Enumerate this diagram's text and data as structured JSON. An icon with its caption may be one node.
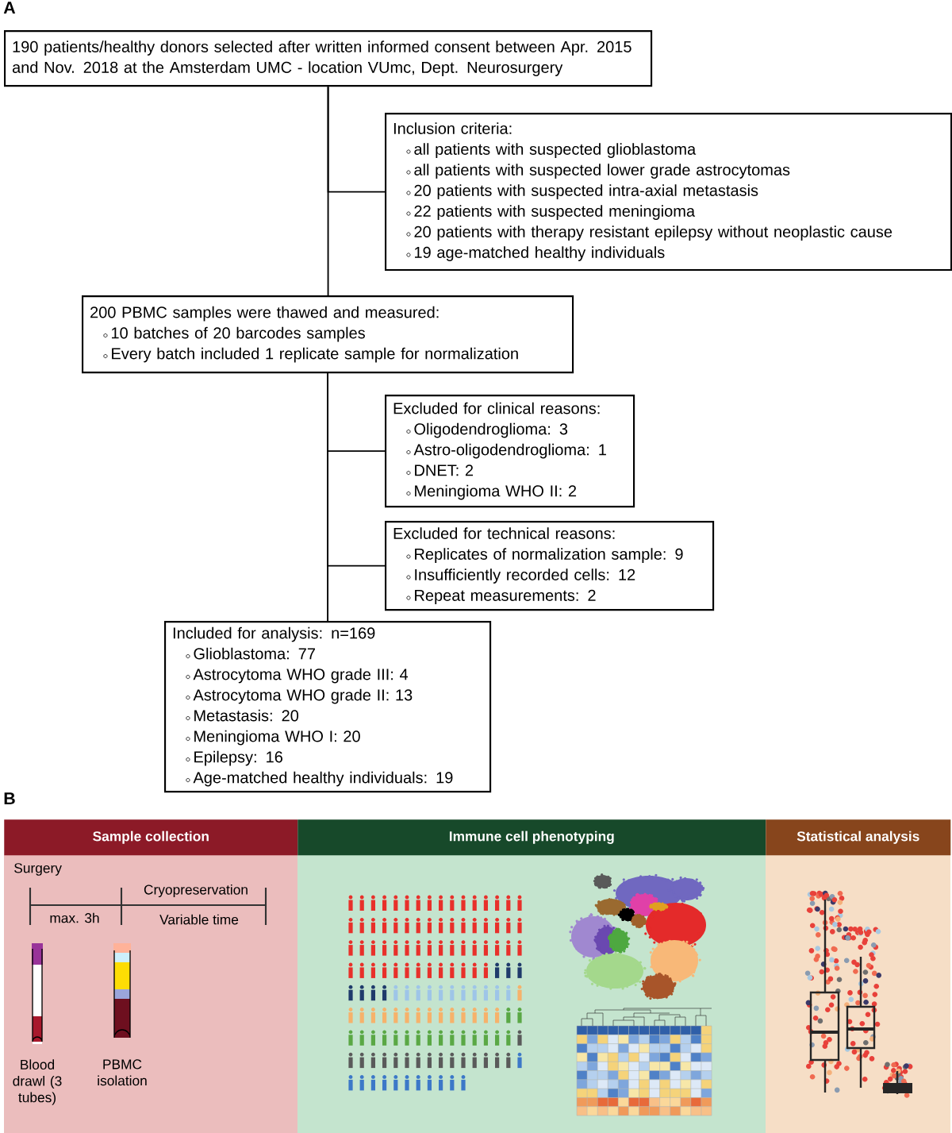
{
  "diagram": {
    "nodes": [
      {
        "text": [
          "190 patients/healthy donors selected after written informed consent between Apr. 2015 and Nov. 2018 at the Amsterdam UMC - location VUmc, Dept. Neurosurgery"
        ]
      },
      {
        "text": [
          "Inclusion criteria:",
          "all patients with suspected glioblastoma",
          "all patients with suspected lower grade astrocytomas",
          "20 patients with suspected intra-axial metastasis",
          "22 patients with suspected meningioma",
          "20 patients with therapy resistant epilepsy without neoplastic cause",
          "19 age-matched healthy individuals"
        ]
      },
      {
        "text": [
          "200 PBMC samples were thawed and measured:",
          "10 batches of 20 barcodes samples",
          "Every batch included 1 replicate sample for normalization"
        ]
      },
      {
        "text": [
          "Excluded for clinical reasons:",
          "Oligodendroglioma: 3",
          "Astro-oligodendroglioma: 1",
          "DNET: 2",
          "Meningioma WHO II: 2"
        ]
      },
      {
        "text": [
          "Excluded for technical reasons:",
          "Replicates of normalization sample: 9",
          "Insufficiently recorded cells: 12",
          "Repeat measurements: 2"
        ]
      },
      {
        "text": [
          "Included for analysis: n=169",
          "Glioblastoma: 77",
          "Astrocytoma WHO grade III: 4",
          "Astrocytoma WHO grade II: 13",
          "Metastasis: 20",
          "Meningioma WHO I: 20",
          "Epilepsy: 16",
          "Age-matched healthy individuals: 19"
        ]
      },
      {
        "text": [
          "Sample collection"
        ]
      },
      {
        "text": [
          "Immune cell phenotyping"
        ]
      },
      {
        "text": [
          "Statistical analysis"
        ]
      }
    ],
    "edges": [
      {
        "from": 0,
        "to": 2,
        "arrow": "none"
      },
      {
        "from": 0,
        "to": 1,
        "arrow": "none"
      },
      {
        "from": 2,
        "to": 3,
        "arrow": "none"
      },
      {
        "from": 2,
        "to": 4,
        "arrow": "none"
      },
      {
        "from": 2,
        "to": 5,
        "arrow": "none"
      }
    ],
    "labels": [
      "A",
      "B",
      "Surgery",
      "Cryopreservation",
      "max. 3h",
      "Variable time",
      "Blood drawl (3 tubes)",
      "PBMC isolation"
    ]
  }
}
